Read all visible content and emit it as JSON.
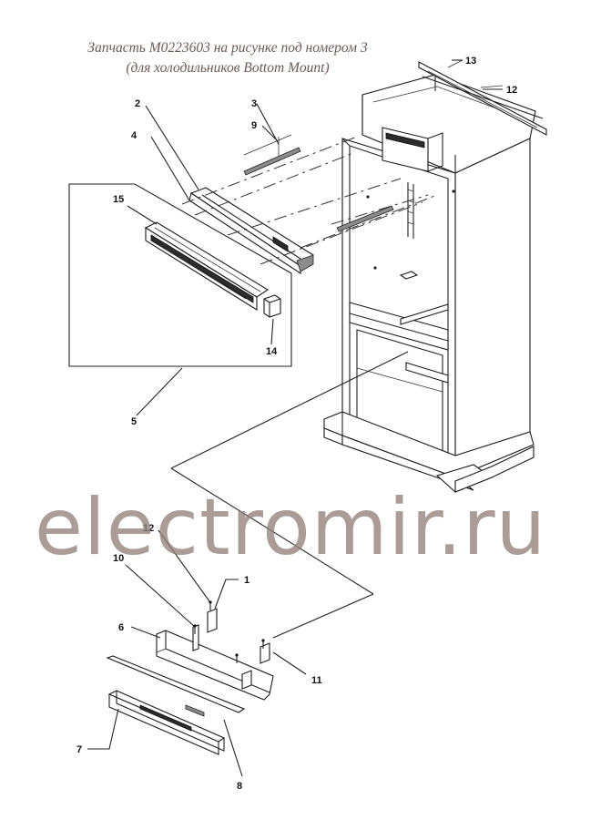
{
  "caption": {
    "line1": "Запчасть M0223603 на рисунке под номером 3",
    "line2": "(для холодильников Bottom Mount)"
  },
  "watermark": "electromir.ru",
  "callouts": {
    "c1": "1",
    "c2": "2",
    "c3": "3",
    "c4": "4",
    "c5": "5",
    "c6": "6",
    "c7": "7",
    "c8": "8",
    "c9": "9",
    "c10": "10",
    "c11": "11",
    "c12a": "12",
    "c12b": "12",
    "c13": "13",
    "c14": "14",
    "c15": "15"
  }
}
